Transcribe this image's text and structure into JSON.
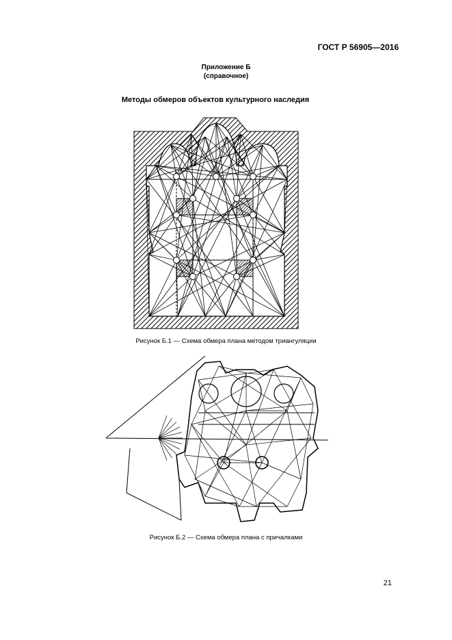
{
  "header": {
    "standard": "ГОСТ Р 56905—2016"
  },
  "annex": {
    "title": "Приложение Б",
    "subtitle": "(справочное)"
  },
  "section_title": "Методы обмеров объектов культурного наследия",
  "figures": [
    {
      "caption": "Рисунок Б.1 — Схема обмера плана методом триангуляции"
    },
    {
      "caption": "Рисунок Б.2 — Схема обмера плана с причалками"
    }
  ],
  "page_number": "21"
}
